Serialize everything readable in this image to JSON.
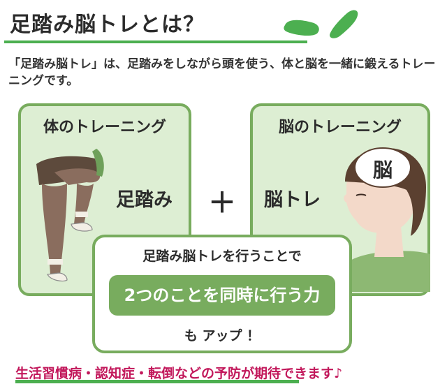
{
  "header": {
    "title": "足踏み脳トレとは？"
  },
  "intro": {
    "text": "「足踏み脳トレ」は、足踏みをしながら頭を使う、体と脳を一緒に鍛えるトレーニングです。"
  },
  "panels": {
    "body": {
      "title": "体のトレーニング",
      "label": "足踏み"
    },
    "brain": {
      "title": "脳のトレーニング",
      "label": "脳トレ",
      "head_badge": "脳"
    }
  },
  "plus_sign": "＋",
  "result": {
    "top": "足踏み脳トレを行うことで",
    "highlight": "2つのことを同時に行う力",
    "bottom": "も アップ ！"
  },
  "footer": {
    "text": "生活習慣病・認知症・転倒などの予防が期待できます♪"
  },
  "colors": {
    "accent_green": "#4caf50",
    "panel_fill": "#ddeed3",
    "panel_border": "#78ac5e",
    "footer_text": "#c2185b"
  }
}
